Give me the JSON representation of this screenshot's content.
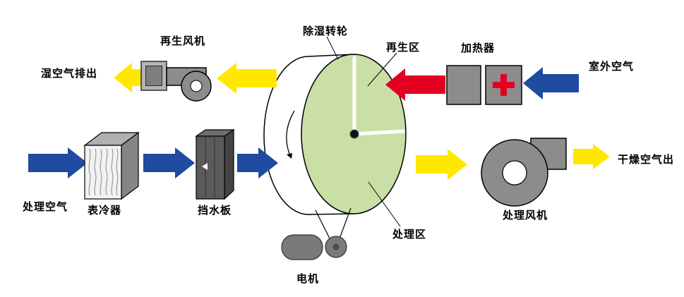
{
  "labels": {
    "regen_fan": "再生风机",
    "wet_air_out": "湿空气排出",
    "wheel": "除湿转轮",
    "regen_zone": "再生区",
    "heater": "加热器",
    "outdoor_air": "室外空气",
    "process_air": "处理空气",
    "surface_cooler": "表冷器",
    "water_baffle": "挡水板",
    "process_zone": "处理区",
    "process_fan": "处理风机",
    "dry_air_out": "干燥空气出",
    "motor": "电机"
  },
  "colors": {
    "process_arrow_blue": "#1f4ba0",
    "regen_arrow_yellow": "#ffe800",
    "hot_air_red": "#e30021",
    "wheel_face_green": "#c9dfa5",
    "component_gray": "#8c8c8c",
    "component_light_gray": "#b5b5b5",
    "component_dark_gray": "#5b5b5b",
    "background": "#ffffff"
  }
}
